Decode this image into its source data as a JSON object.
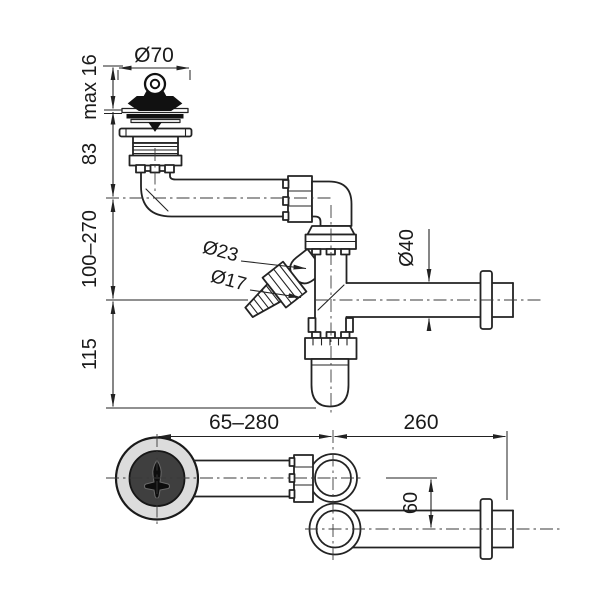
{
  "colors": {
    "line": "#232323",
    "text": "#1a1a1a",
    "background": "#ffffff",
    "drain_ring": "#dcdcdc",
    "drain_inner": "#3f3f3f",
    "plug": "#111111"
  },
  "side_view": {
    "dim_max_height": "max 16",
    "dim_flange_diameter": "Ø70",
    "dim_inlet_drop": "83",
    "dim_adjustable_height": "100–270",
    "dim_trap_depth": "115",
    "dim_hose_nut_diameter": "Ø23",
    "dim_hose_barb_diameter": "Ø17",
    "dim_outlet_diameter": "Ø40"
  },
  "bottom_view": {
    "dim_horizontal_range": "65–280",
    "dim_outlet_length": "260",
    "dim_centre_offset": "60"
  }
}
